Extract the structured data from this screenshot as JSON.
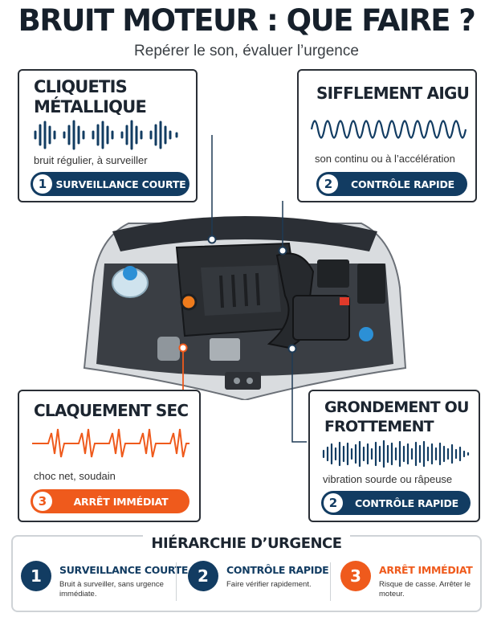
{
  "header": {
    "title": "BRUIT MOTEUR : QUE FAIRE ?",
    "subtitle": "Repérer le son, évaluer l’urgence"
  },
  "cards": {
    "cliquetis": {
      "title_line1": "CLIQUETIS",
      "title_line2": "MÉTALLIQUE",
      "desc": "bruit régulier, à surveiller",
      "badge_num": "1",
      "badge_label": "SURVEILLANCE COURTE",
      "badge_color": "#123c62",
      "waveform": "waveform-icon"
    },
    "sifflement": {
      "title": "SIFFLEMENT AIGU",
      "desc": "son continu ou à l’accélération",
      "badge_num": "2",
      "badge_label": "CONTRÔLE RAPIDE",
      "badge_color": "#123c62",
      "waveform": "sine-wave-icon"
    },
    "claquement": {
      "title": "CLAQUEMENT SEC",
      "desc": "choc net, soudain",
      "badge_num": "3",
      "badge_label": "ARRÊT IMMÉDIAT",
      "badge_color": "#ef5a1c",
      "waveform": "spike-wave-icon"
    },
    "grondement": {
      "title_line1": "GRONDEMENT OU",
      "title_line2": "FROTTEMENT",
      "desc": "vibration sourde ou râpeuse",
      "badge_num": "2",
      "badge_label": "CONTRÔLE RAPIDE",
      "badge_color": "#123c62",
      "waveform": "dense-wave-icon"
    }
  },
  "hierarchy": {
    "title": "HIÉRARCHIE D’URGENCE",
    "items": [
      {
        "num": "1",
        "label": "SURVEILLANCE COURTE",
        "desc_line1": "Bruit à surveiller, sans urgence",
        "desc_line2": "immédiate.",
        "color": "#123c62"
      },
      {
        "num": "2",
        "label": "CONTRÔLE RAPIDE",
        "desc_line1": "Faire vérifier rapidement.",
        "desc_line2": "",
        "color": "#123c62"
      },
      {
        "num": "3",
        "label": "ARRÊT IMMÉDIAT",
        "desc_line1": "Risque de casse. Arrêter le moteur.",
        "desc_line2": "",
        "color": "#ef5a1c"
      }
    ]
  },
  "colors": {
    "navy": "#123c62",
    "orange": "#ef5a1c",
    "ink": "#1c2530"
  },
  "illustration": "engine-bay-illustration"
}
